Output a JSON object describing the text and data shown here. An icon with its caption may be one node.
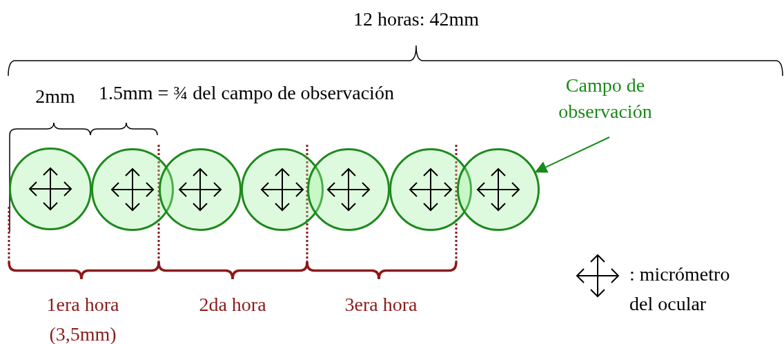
{
  "diagram": {
    "nodes": [
      {
        "text": [],
        "shape": "circle"
      },
      {
        "text": [],
        "shape": "circle"
      },
      {
        "text": [],
        "shape": "circle"
      },
      {
        "text": [],
        "shape": "circle"
      },
      {
        "text": [],
        "shape": "circle"
      },
      {
        "text": [],
        "shape": "circle"
      },
      {
        "text": [],
        "shape": "circle"
      },
      {
        "text": [
          "Campo de observación"
        ]
      }
    ],
    "edges": [
      {
        "from": 7,
        "to": 6,
        "arrow": "to"
      }
    ],
    "labels": [
      "12 horas: 42mm",
      "2mm",
      "1.5mm = ¾ del campo de observación",
      "1era hora (3,5mm)",
      "2da hora",
      "3era hora"
    ],
    "legend": [
      {
        "text": ": micrómetro del ocular"
      }
    ]
  }
}
